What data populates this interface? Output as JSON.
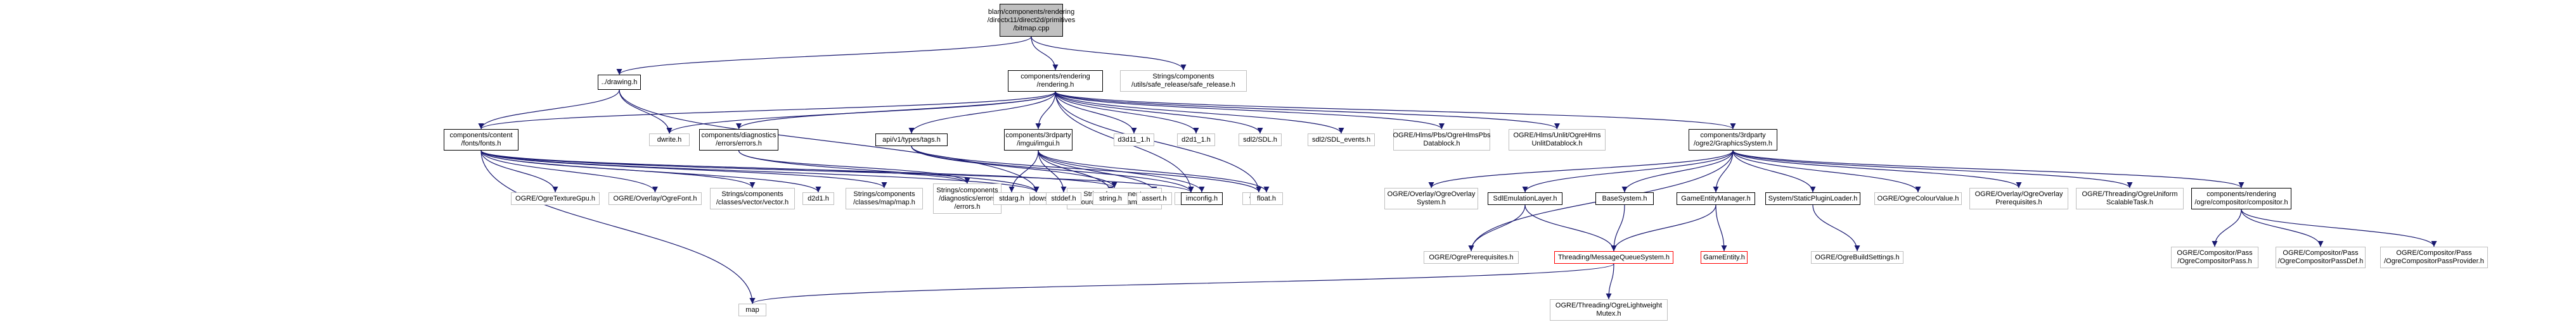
{
  "colors": {
    "edge_blue": "#191970",
    "edge_grey": "#404040",
    "box_black": "#000000",
    "box_grey": "#bfbfbf",
    "box_red": "#ff0000",
    "root_fill": "#c0c0c0"
  },
  "nodes": [
    {
      "id": "root",
      "label": "blam/components/rendering\n/directx11/direct2d/primitives\n/bitmap.cpp",
      "style": "root"
    },
    {
      "id": "drawing",
      "label": "../drawing.h",
      "style": "black"
    },
    {
      "id": "rendering",
      "label": "components/rendering\n/rendering.h",
      "style": "black"
    },
    {
      "id": "safe_release",
      "label": "Strings/components\n/utils/safe_release/safe_release.h",
      "style": "grey"
    },
    {
      "id": "fonts",
      "label": "components/content\n/fonts/fonts.h",
      "style": "black"
    },
    {
      "id": "dwrite",
      "label": "dwrite.h",
      "style": "grey"
    },
    {
      "id": "diag_errors",
      "label": "components/diagnostics\n/errors/errors.h",
      "style": "black"
    },
    {
      "id": "api_tags",
      "label": "api/v1/types/tags.h",
      "style": "black"
    },
    {
      "id": "imgui",
      "label": "components/3rdparty\n/imgui/imgui.h",
      "style": "black"
    },
    {
      "id": "d3d11_1",
      "label": "d3d11_1.h",
      "style": "grey"
    },
    {
      "id": "d2d1_1",
      "label": "d2d1_1.h",
      "style": "grey"
    },
    {
      "id": "sdl",
      "label": "sdl2/SDL.h",
      "style": "grey"
    },
    {
      "id": "sdl_events",
      "label": "sdl2/SDL_events.h",
      "style": "grey"
    },
    {
      "id": "hlms_pbs",
      "label": "OGRE/Hlms/Pbs/OgreHlmsPbs\nDatablock.h",
      "style": "grey"
    },
    {
      "id": "hlms_unlit",
      "label": "OGRE/Hlms/Unlit/OgreHlms\nUnlitDatablock.h",
      "style": "grey"
    },
    {
      "id": "graphics_system",
      "label": "components/3rdparty\n/ogre2/GraphicsSystem.h",
      "style": "black"
    },
    {
      "id": "texture_gpu",
      "label": "OGRE/OgreTextureGpu.h",
      "style": "grey"
    },
    {
      "id": "ogre_font",
      "label": "OGRE/Overlay/OgreFont.h",
      "style": "grey"
    },
    {
      "id": "vector_h",
      "label": "Strings/components\n/classes/vector/vector.h",
      "style": "grey"
    },
    {
      "id": "d2d1",
      "label": "d2d1.h",
      "style": "grey"
    },
    {
      "id": "map_h",
      "label": "Strings/components\n/classes/map/map.h",
      "style": "grey"
    },
    {
      "id": "strings_errors",
      "label": "Strings/components\n/diagnostics/errors\n/errors.h",
      "style": "grey"
    },
    {
      "id": "windows_h",
      "label": "Windows.h",
      "style": "grey"
    },
    {
      "id": "blam_color",
      "label": "Strings/components\n/resources/color/BlamColor.h",
      "style": "grey"
    },
    {
      "id": "string",
      "label": "string",
      "style": "grey"
    },
    {
      "id": "vector",
      "label": "vector",
      "style": "grey"
    },
    {
      "id": "stdarg",
      "label": "stdarg.h",
      "style": "grey"
    },
    {
      "id": "stddef",
      "label": "stddef.h",
      "style": "grey"
    },
    {
      "id": "string_h",
      "label": "string.h",
      "style": "grey"
    },
    {
      "id": "assert",
      "label": "assert.h",
      "style": "grey"
    },
    {
      "id": "imconfig",
      "label": "imconfig.h",
      "style": "black"
    },
    {
      "id": "float",
      "label": "float.h",
      "style": "grey"
    },
    {
      "id": "overlay_system",
      "label": "OGRE/Overlay/OgreOverlay\nSystem.h",
      "style": "grey"
    },
    {
      "id": "sdl_emulation",
      "label": "SdlEmulationLayer.h",
      "style": "black"
    },
    {
      "id": "base_system",
      "label": "BaseSystem.h",
      "style": "black"
    },
    {
      "id": "entity_manager",
      "label": "GameEntityManager.h",
      "style": "black"
    },
    {
      "id": "static_plugin",
      "label": "System/StaticPluginLoader.h",
      "style": "black"
    },
    {
      "id": "colour_value",
      "label": "OGRE/OgreColourValue.h",
      "style": "grey"
    },
    {
      "id": "overlay_prereq",
      "label": "OGRE/Overlay/OgreOverlay\nPrerequisites.h",
      "style": "grey"
    },
    {
      "id": "uniform_task",
      "label": "OGRE/Threading/OgreUniform\nScalableTask.h",
      "style": "grey"
    },
    {
      "id": "compositor",
      "label": "components/rendering\n/ogre/compositor/compositor.h",
      "style": "black"
    },
    {
      "id": "ogre_prereq",
      "label": "OGRE/OgrePrerequisites.h",
      "style": "grey"
    },
    {
      "id": "mq_system",
      "label": "Threading/MessageQueueSystem.h",
      "style": "red"
    },
    {
      "id": "game_entity",
      "label": "GameEntity.h",
      "style": "red"
    },
    {
      "id": "build_settings",
      "label": "OGRE/OgreBuildSettings.h",
      "style": "grey"
    },
    {
      "id": "comp_pass",
      "label": "OGRE/Compositor/Pass\n/OgreCompositorPass.h",
      "style": "grey"
    },
    {
      "id": "comp_pass_def",
      "label": "OGRE/Compositor/Pass\n/OgreCompositorPassDef.h",
      "style": "grey"
    },
    {
      "id": "comp_pass_provider",
      "label": "OGRE/Compositor/Pass\n/OgreCompositorPassProvider.h",
      "style": "grey"
    },
    {
      "id": "map",
      "label": "map",
      "style": "grey"
    },
    {
      "id": "lightweight_mutex",
      "label": "OGRE/Threading/OgreLightweight\nMutex.h",
      "style": "grey"
    }
  ],
  "edges": [
    [
      "root",
      "drawing"
    ],
    [
      "root",
      "rendering"
    ],
    [
      "root",
      "safe_release"
    ],
    [
      "drawing",
      "fonts"
    ],
    [
      "drawing",
      "dwrite"
    ],
    [
      "drawing",
      "windows_h"
    ],
    [
      "fonts",
      "texture_gpu"
    ],
    [
      "fonts",
      "ogre_font"
    ],
    [
      "fonts",
      "vector_h"
    ],
    [
      "fonts",
      "d2d1"
    ],
    [
      "fonts",
      "map_h"
    ],
    [
      "fonts",
      "strings_errors"
    ],
    [
      "fonts",
      "windows_h"
    ],
    [
      "fonts",
      "blam_color"
    ],
    [
      "fonts",
      "string"
    ],
    [
      "fonts",
      "map"
    ],
    [
      "rendering",
      "dwrite"
    ],
    [
      "rendering",
      "fonts"
    ],
    [
      "rendering",
      "diag_errors"
    ],
    [
      "rendering",
      "api_tags"
    ],
    [
      "rendering",
      "imgui"
    ],
    [
      "rendering",
      "d3d11_1"
    ],
    [
      "rendering",
      "d2d1_1"
    ],
    [
      "rendering",
      "sdl"
    ],
    [
      "rendering",
      "sdl_events"
    ],
    [
      "rendering",
      "hlms_pbs"
    ],
    [
      "rendering",
      "hlms_unlit"
    ],
    [
      "rendering",
      "graphics_system"
    ],
    [
      "rendering",
      "string"
    ],
    [
      "rendering",
      "vector"
    ],
    [
      "diag_errors",
      "strings_errors"
    ],
    [
      "diag_errors",
      "windows_h"
    ],
    [
      "api_tags",
      "blam_color"
    ],
    [
      "api_tags",
      "string"
    ],
    [
      "api_tags",
      "vector"
    ],
    [
      "imgui",
      "stdarg"
    ],
    [
      "imgui",
      "stddef"
    ],
    [
      "imgui",
      "string_h"
    ],
    [
      "imgui",
      "assert"
    ],
    [
      "imgui",
      "imconfig"
    ],
    [
      "imgui",
      "float"
    ],
    [
      "graphics_system",
      "overlay_system"
    ],
    [
      "graphics_system",
      "sdl_emulation"
    ],
    [
      "graphics_system",
      "base_system"
    ],
    [
      "graphics_system",
      "entity_manager"
    ],
    [
      "graphics_system",
      "static_plugin"
    ],
    [
      "graphics_system",
      "colour_value"
    ],
    [
      "graphics_system",
      "overlay_prereq"
    ],
    [
      "graphics_system",
      "uniform_task"
    ],
    [
      "graphics_system",
      "compositor"
    ],
    [
      "graphics_system",
      "ogre_prereq"
    ],
    [
      "sdl_emulation",
      "ogre_prereq"
    ],
    [
      "sdl_emulation",
      "mq_system"
    ],
    [
      "base_system",
      "mq_system"
    ],
    [
      "entity_manager",
      "mq_system"
    ],
    [
      "entity_manager",
      "game_entity"
    ],
    [
      "static_plugin",
      "build_settings"
    ],
    [
      "compositor",
      "comp_pass"
    ],
    [
      "compositor",
      "comp_pass_def"
    ],
    [
      "compositor",
      "comp_pass_provider"
    ],
    [
      "mq_system",
      "map"
    ],
    [
      "mq_system",
      "lightweight_mutex"
    ]
  ]
}
